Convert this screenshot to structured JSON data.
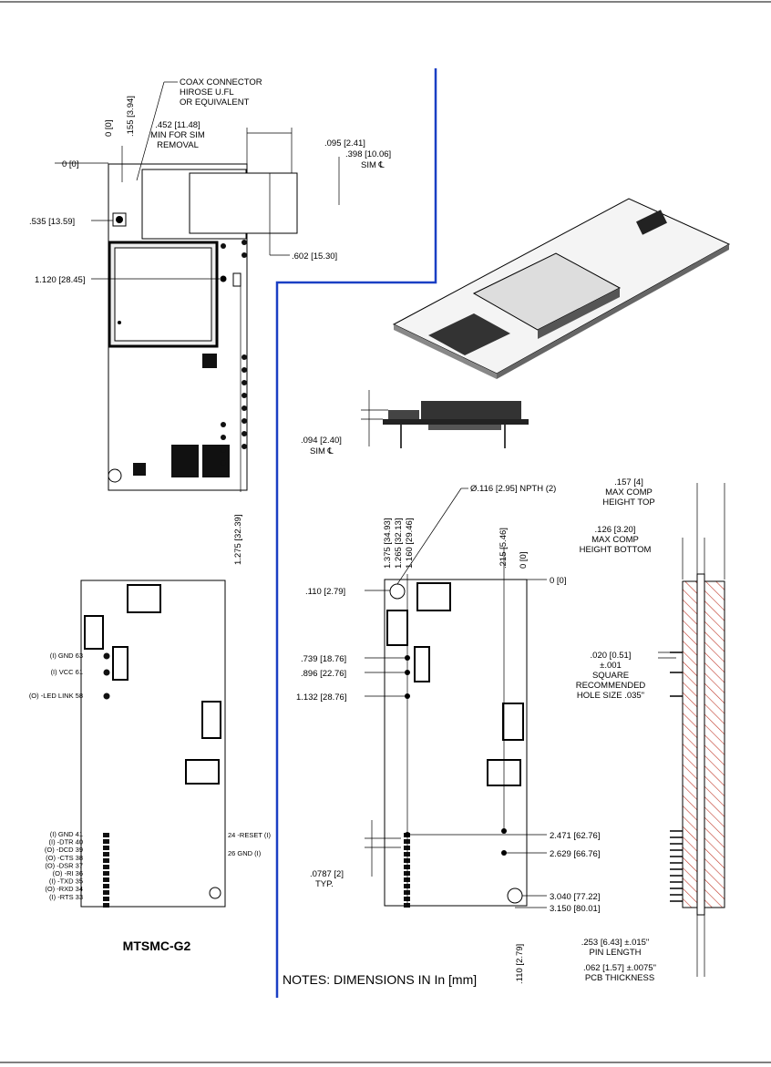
{
  "top_view": {
    "coax_label": [
      "COAX CONNECTOR",
      "HIROSE U.FL",
      "OR EQUIVALENT"
    ],
    "sim_removal_label": [
      ".452 [11.48]",
      "MIN FOR SIM",
      "REMOVAL"
    ],
    "dim_095": ".095 [2.41]",
    "dim_398": [
      ".398 [10.06]",
      "SIM ℄"
    ],
    "dim_155": ".155 [3.94]",
    "dim_0v": "0 [0]",
    "dim_0h": "0 [0]",
    "dim_535": ".535 [13.59]",
    "dim_1120": "1.120 [28.45]",
    "dim_602": ".602 [15.30]",
    "dim_1275": "1.275 [32.39]"
  },
  "side_view": {
    "dim_094": [
      ".094 [2.40]",
      "SIM ℄"
    ]
  },
  "pinout_view": {
    "title": "MTSMC-G2",
    "left_pins_top": [
      "(I) GND 63",
      "(I) VCC 61",
      "(O) -LED LINK 58"
    ],
    "left_pins_bottom": [
      "(I) GND 41",
      "(I) -DTR 40",
      "(O) -DCD 39",
      "(O) -CTS 38",
      "(O) -DSR 37",
      "(O) -RI 36",
      "(I) -TXD 35",
      "(O) -RXD 34",
      "(I) -RTS 33"
    ],
    "right_pins": [
      "24 -RESET (I)",
      "26 GND (I)"
    ]
  },
  "bottom_view": {
    "npth_label": "Ø.116 [2.95]  NPTH (2)",
    "vdims": [
      "1.375 [34.93]",
      "1.265 [32.13]",
      "1.160 [29.46]",
      ".215 [5.46]",
      "0 [0]"
    ],
    "left_dims": [
      ".110 [2.79]",
      ".739 [18.76]",
      ".896 [22.76]",
      "1.132 [28.76]"
    ],
    "pitch_label": [
      ".0787 [2]",
      "TYP."
    ],
    "right_dims": [
      "0 [0]",
      "2.471 [62.76]",
      "2.629 [66.76]",
      "3.040 [77.22]",
      "3.150 [80.01]"
    ],
    "bottom_vdim": ".110 [2.79]"
  },
  "edge_view": {
    "top_comp": [
      ".157 [4]",
      "MAX COMP",
      "HEIGHT TOP"
    ],
    "bottom_comp": [
      ".126 [3.20]",
      "MAX COMP",
      "HEIGHT BOTTOM"
    ],
    "pin_spec": [
      ".020 [0.51]",
      "±.001",
      "SQUARE",
      "RECOMMENDED",
      "HOLE SIZE .035\""
    ],
    "pin_length": [
      ".253 [6.43]  ±.015\"",
      "PIN LENGTH"
    ],
    "pcb_thickness": [
      ".062 [1.57]  ±.0075\"",
      "PCB THICKNESS"
    ]
  },
  "notes": "NOTES: DIMENSIONS IN In [mm]",
  "colors": {
    "divider": "#1a3fc4",
    "ink": "#000000",
    "hatch": "#c0392b"
  }
}
